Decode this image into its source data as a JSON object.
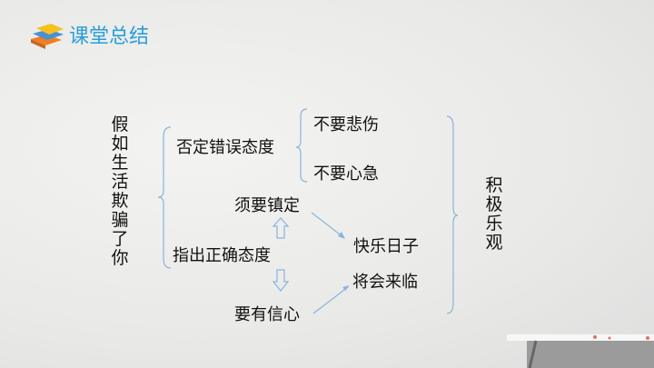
{
  "header": {
    "title": "课堂总结",
    "icon": "books-icon",
    "accent": "#2a9fd8"
  },
  "diagram": {
    "left_vertical": "假如生活欺骗了你",
    "right_vertical": "积极乐观",
    "branch1": {
      "label": "否定错误态度",
      "items": [
        "不要悲伤",
        "不要心急"
      ]
    },
    "branch2": {
      "label": "指出正确态度",
      "up": "须要镇定",
      "down": "要有信心"
    },
    "result": [
      "快乐日子",
      "将会来临"
    ]
  }
}
